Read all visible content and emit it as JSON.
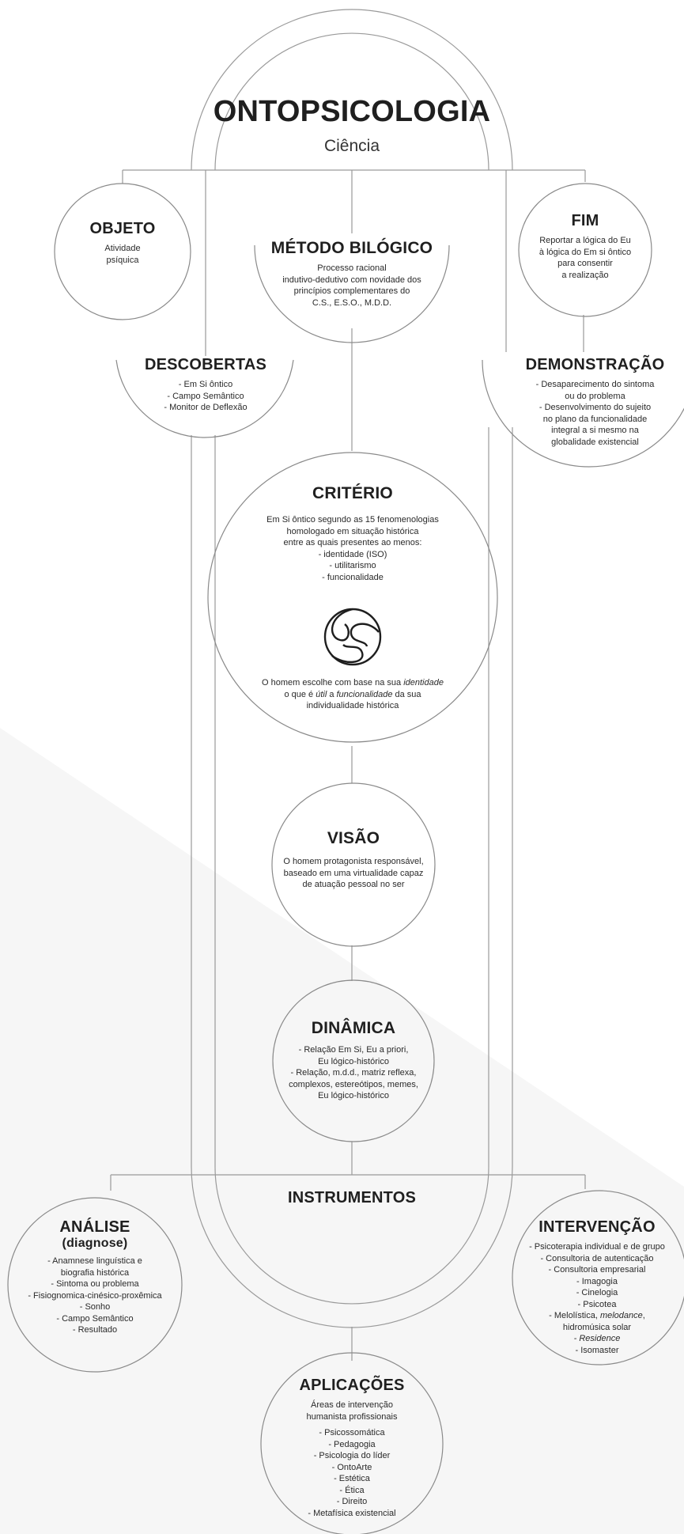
{
  "header": {
    "title": "ONTOPSICOLOGIA",
    "subtitle": "Ciência"
  },
  "objeto": {
    "title": "OBJETO",
    "lines": [
      "Atividade",
      "psíquica"
    ]
  },
  "metodo": {
    "title": "MÉTODO BILÓGICO",
    "lines": [
      "Processo racional",
      "indutivo-dedutivo com novidade dos",
      "princípios complementares do",
      "C.S., E.S.O., M.D.D."
    ]
  },
  "fim": {
    "title": "FIM",
    "lines": [
      "Reportar a lógica do Eu",
      "à lógica do Em si ôntico",
      "para consentir",
      "a realização"
    ]
  },
  "descobertas": {
    "title": "DESCOBERTAS",
    "lines": [
      "- Em Si ôntico",
      "- Campo Semântico",
      "- Monitor de Deflexão"
    ]
  },
  "demonstracao": {
    "title": "DEMONSTRAÇÃO",
    "lines": [
      "- Desaparecimento do sintoma",
      "ou do problema",
      "- Desenvolvimento do sujeito",
      "no plano da funcionalidade",
      "integral a si mesmo na",
      "globalidade existencial"
    ]
  },
  "criterio": {
    "title": "CRITÉRIO",
    "lines": [
      "Em Si ôntico segundo as 15 fenomenologias",
      "homologado em situação histórica",
      "entre as quais presentes ao menos:",
      "- identidade (ISO)",
      "- utilitarismo",
      "- funcionalidade"
    ],
    "symbol": "em-si-ontico-symbol-icon",
    "f1a": "O homem escolhe com base na sua ",
    "f1b": "identidade",
    "f2a": "o que é ",
    "f2b": "útil",
    "f2c": " a ",
    "f2d": "funcionalidade",
    "f2e": " da sua",
    "f3": "individualidade histórica"
  },
  "visao": {
    "title": "VISÃO",
    "lines": [
      "O homem protagonista responsável,",
      "baseado em uma virtualidade capaz",
      "de atuação pessoal no ser"
    ]
  },
  "dinamica": {
    "title": "DINÂMICA",
    "lines": [
      "- Relação Em Si, Eu a priori,",
      "Eu lógico-histórico",
      "- Relação, m.d.d., matriz reflexa,",
      "complexos, estereótipos, memes,",
      "Eu lógico-histórico"
    ]
  },
  "instrumentos": {
    "title": "INSTRUMENTOS"
  },
  "analise": {
    "title": "ANÁLISE",
    "subtitle": "(diagnose)",
    "lines": [
      "- Anamnese linguística e",
      "biografia histórica",
      "- Sintoma ou problema",
      "- Fisiognomica-cinésico-proxêmica",
      "- Sonho",
      "- Campo Semântico",
      "- Resultado"
    ]
  },
  "intervencao": {
    "title": "INTERVENÇÃO",
    "lines_a": [
      "- Psicoterapia individual e de grupo",
      "- Consultoria de autenticação",
      "- Consultoria empresarial",
      "- Imagogia",
      "- Cinelogia",
      "- Psicotea"
    ],
    "melo_a": "- Melolística, ",
    "melo_b": "melodance",
    "melo_c": ",",
    "hidro": "hidromúsica solar",
    "residence": "- Residence",
    "isomaster": "- Isomaster"
  },
  "aplicacoes": {
    "title": "APLICAÇÕES",
    "intro": [
      "Áreas de intervenção",
      "humanista profissionais"
    ],
    "lines": [
      "- Psicossomática",
      "- Pedagogia",
      "- Psicologia do líder",
      "- OntoArte",
      "- Estética",
      "- Ética",
      "- Direito",
      "- Metafísica existencial"
    ]
  },
  "colors": {
    "line": "#9a9a9a",
    "text": "#222222",
    "background": "#ffffff"
  }
}
